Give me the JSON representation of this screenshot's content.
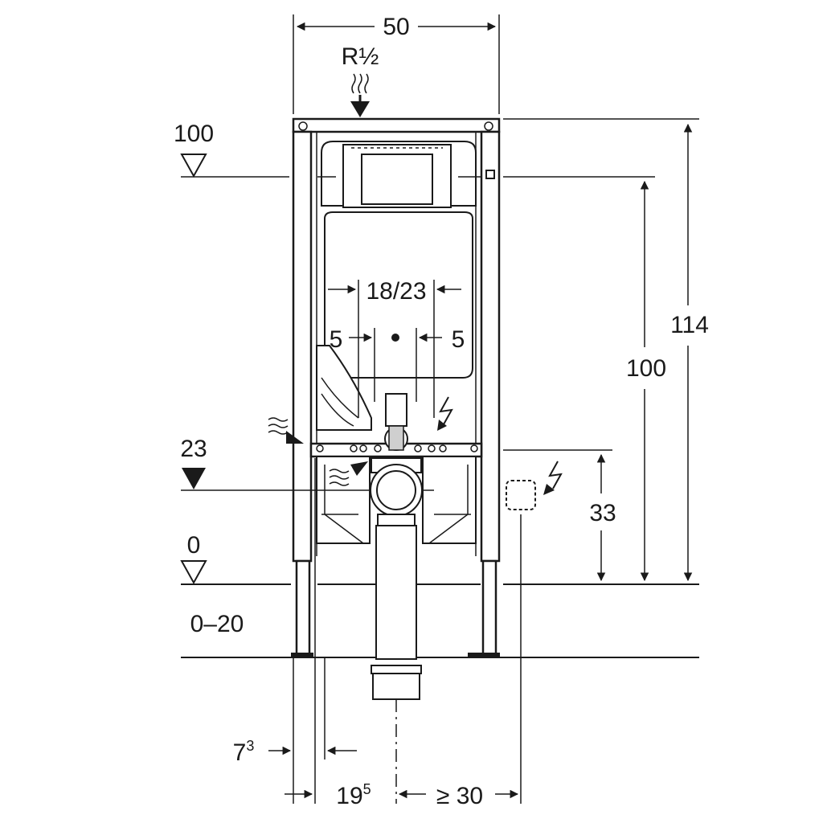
{
  "dimensions": {
    "top_width": "50",
    "supply_connection": "R½",
    "level_top": "100",
    "height_total": "114",
    "height_actuator": "100",
    "flush_spacing": "18/23",
    "offset_left": "5",
    "offset_right": "5",
    "level_drain": "23",
    "height_power": "33",
    "level_floor": "0",
    "floor_range": "0–20",
    "leg_offset_base": "7",
    "leg_offset_sup": "3",
    "drain_offset_base": "19",
    "drain_offset_sup": "5",
    "min_socket_distance": "≥ 30"
  }
}
